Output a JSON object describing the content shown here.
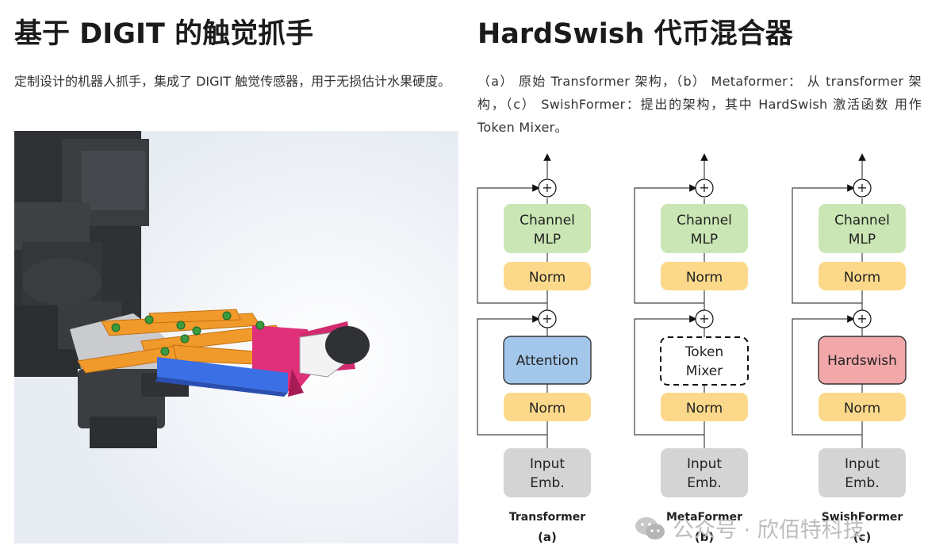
{
  "left": {
    "title": "基于 DIGIT 的触觉抓手",
    "description": "定制设计的机器人抓手，集成了 DIGIT 触觉传感器，用于无损估计水果硬度。"
  },
  "right": {
    "title": "HardSwish 代币混合器",
    "description": "（a） 原始 Transformer 架构，（b） Metaformer： 从 transformer 架构，（c） SwishFormer：提出的架构，其中 HardSwish 激活函数 用作 Token Mixer。"
  },
  "diagram": {
    "columns": [
      {
        "mixer": "Attention",
        "norm_top": "Norm",
        "norm_bottom": "Norm",
        "mlp_line1": "Channel",
        "mlp_line2": "MLP",
        "emb_line1": "Input",
        "emb_line2": "Emb.",
        "name": "Transformer",
        "letter": "(a)"
      },
      {
        "mixer_line1": "Token",
        "mixer_line2": "Mixer",
        "norm_top": "Norm",
        "norm_bottom": "Norm",
        "mlp_line1": "Channel",
        "mlp_line2": "MLP",
        "emb_line1": "Input",
        "emb_line2": "Emb.",
        "name": "MetaFormer",
        "letter": "(b)"
      },
      {
        "mixer": "Hardswish",
        "norm_top": "Norm",
        "norm_bottom": "Norm",
        "mlp_line1": "Channel",
        "mlp_line2": "MLP",
        "emb_line1": "Input",
        "emb_line2": "Emb.",
        "name": "SwishFormer",
        "letter": "(c)"
      }
    ],
    "add_symbol": "+",
    "colors": {
      "mlp": "#c9e6b4",
      "norm": "#fcd98a",
      "attention": "#a3c7ea",
      "hardswish": "#f2a7a9",
      "embedding": "#d4d4d4"
    }
  },
  "watermark": {
    "text": "公众号 · 欣佰特科技",
    "icon": "wechat-icon"
  }
}
